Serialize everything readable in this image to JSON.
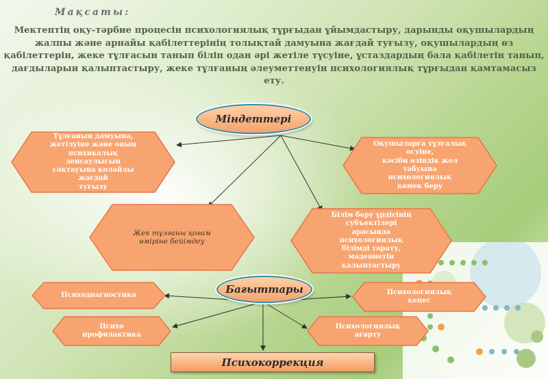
{
  "goal": {
    "heading": "Мақсаты:",
    "text": "Мектептің оқу-тәрбие процесін психологиялық тұрғыдан ұйымдастыру, дарынды оқушылардың жалпы және арнайы қабілеттерінің толықтай дамуына жағдай туғызу, оқушылардың өз қабілеттерін, жеке тұлғасын танып біліп одан әрі жетіле түсуіне, ұстаздардың бала қабілетін танып, дағдыларын қалыптастыру, жеке тұлғаның   әлеуметтенуін психологиялық тұрғыдан қамтамасыз ету."
  },
  "tasks": {
    "title": "Міндеттері",
    "items": [
      "Тұлғаның дамуына,\nжетілуіне және оның\nпсихикалық\nденсаулығын\nсақтауына қолайлы\nжағдай\nтуғызу",
      "Оқушыларға тұлғалық\nөсуіне,\nкәсіби өзіндік жол\nтабуына\nпсихологиялық\nкөмек беру",
      "Жек тұлғаны  қоғам\nөміріне бейімдеу",
      "Білім беру үрдісінің\nсубъектілері\nарасында\nпсихологиялық\nбілімді тарату,\nмәдениетін\nқалыптастыру"
    ]
  },
  "directions": {
    "title": "Бағыттары",
    "items": [
      "Психодиагностика",
      "Психологиялық\nкеңес",
      "Психо\nпрофилактика",
      "Психологиялық\nағарту"
    ],
    "bottom": "Психокоррекция"
  },
  "colors": {
    "hex_fill": "#f7a470",
    "hex_stroke": "#e8744a",
    "oval_border": "#2f8fae",
    "line": "#333333"
  }
}
